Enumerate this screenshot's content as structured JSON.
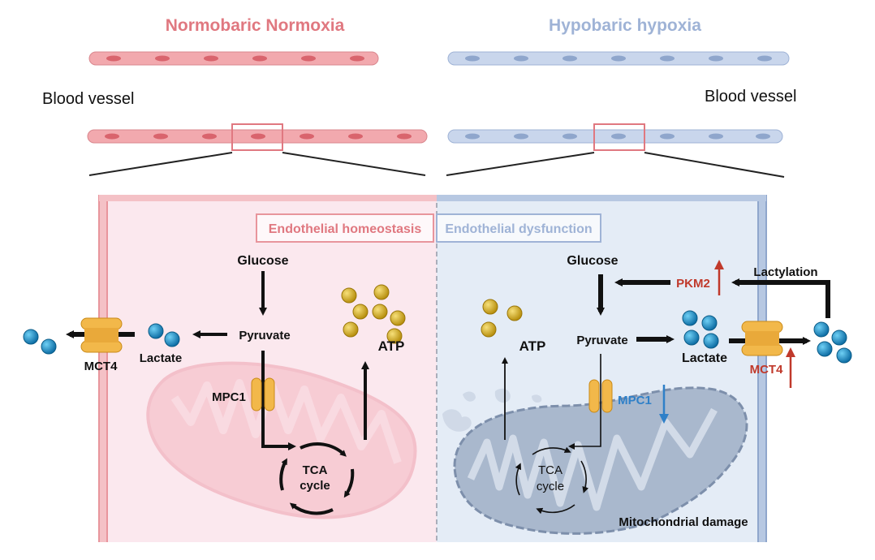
{
  "headings": {
    "left": "Normobaric Normoxia",
    "right": "Hypobaric hypoxia"
  },
  "vessel": {
    "left_label": "Blood vessel",
    "right_label": "Blood vessel"
  },
  "boxes": {
    "left": "Endothelial homeostasis",
    "right": "Endothelial dysfunction"
  },
  "left_panel": {
    "glucose": "Glucose",
    "pyruvate": "Pyruvate",
    "lactate": "Lactate",
    "mct4": "MCT4",
    "mpc1": "MPC1",
    "atp": "ATP",
    "tca_line1": "TCA",
    "tca_line2": "cycle"
  },
  "right_panel": {
    "glucose": "Glucose",
    "pyruvate": "Pyruvate",
    "lactate": "Lactate",
    "mct4": "MCT4",
    "mpc1": "MPC1",
    "atp": "ATP",
    "pkm2": "PKM2",
    "lactylation": "Lactylation",
    "tca_line1": "TCA",
    "tca_line2": "cycle",
    "damage": "Mitochondrial damage"
  },
  "colors": {
    "normoxia": "#e07880",
    "hypoxia": "#9fb3d6",
    "up_arrow": "#c0392b",
    "down_arrow": "#2f80c8",
    "lactate_ball": "#1f8fc4",
    "atp_ball": "#d9b11f",
    "transporter": "#f2b84a"
  }
}
